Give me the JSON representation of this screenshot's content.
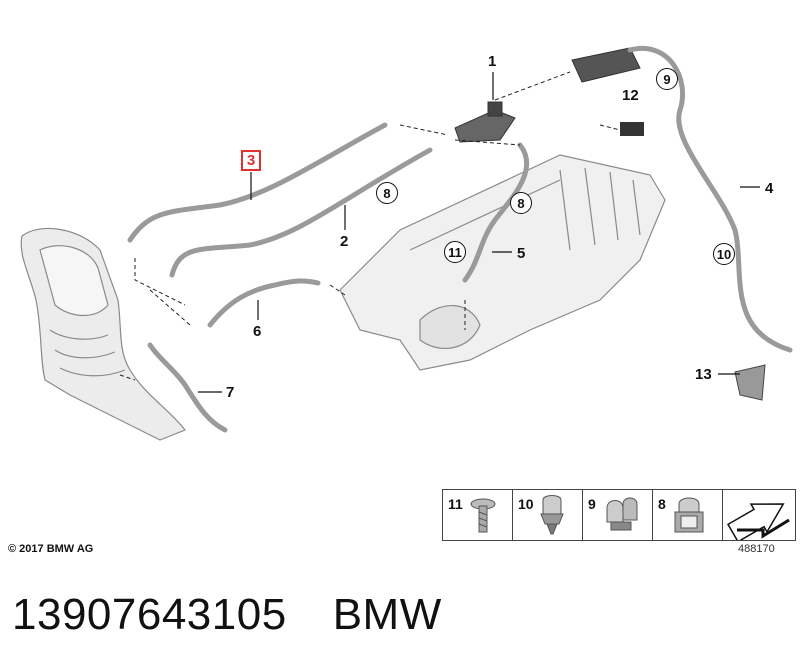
{
  "diagram": {
    "callouts": {
      "c1": "1",
      "c2": "2",
      "c3": "3",
      "c4": "4",
      "c5": "5",
      "c6": "6",
      "c7": "7",
      "c12": "12",
      "c13": "13"
    },
    "circled": {
      "c8a": "8",
      "c8b": "8",
      "c9": "9",
      "c10": "10",
      "c11": "11"
    }
  },
  "legend": [
    {
      "number": "11",
      "icon": "screw-icon"
    },
    {
      "number": "10",
      "icon": "hose-clip-icon"
    },
    {
      "number": "9",
      "icon": "double-clip-icon"
    },
    {
      "number": "8",
      "icon": "bracket-clip-icon"
    },
    {
      "number": "",
      "icon": "arrow-icon"
    }
  ],
  "footer": {
    "copyright": "© 2017 BMW AG",
    "illustration_number": "488170",
    "part_number": "13907643105",
    "brand": "BMW"
  },
  "colors": {
    "highlight": "#e03030",
    "line": "#111111",
    "part": "#9a9a9a"
  }
}
